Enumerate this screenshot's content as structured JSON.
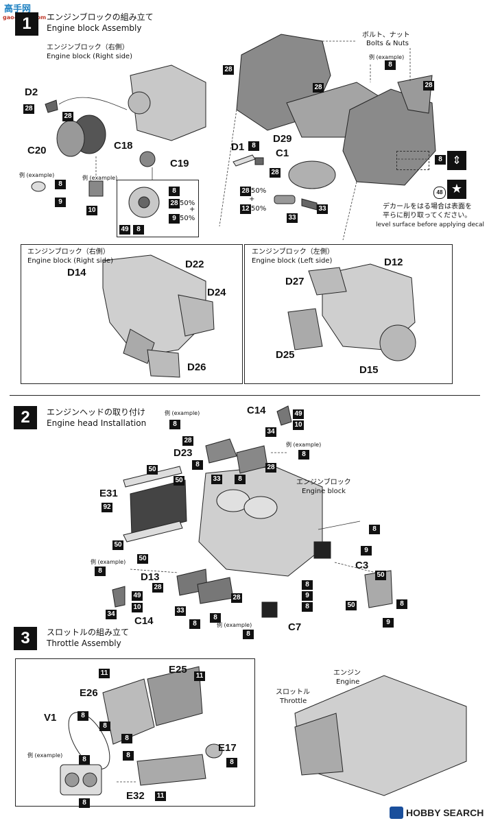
{
  "watermark": {
    "logo_text": "高手网",
    "url": "gao-shou.com"
  },
  "step1": {
    "number": "1",
    "title_ja": "エンジンブロックの組み立て",
    "title_en": "Engine block Assembly",
    "sub_right_ja": "エンジンブロック（右側）",
    "sub_right_en": "Engine block (Right side)",
    "bolts_ja": "ボルト、ナット",
    "bolts_en": "Bolts & Nuts",
    "example": "例 (example)",
    "decal_note_ja_1": "デカールをはる場合は表面を",
    "decal_note_ja_2": "平らに削り取ってください。",
    "decal_note_en": "level surface before applying decal",
    "parts": {
      "d2": "D2",
      "c20": "C20",
      "c18": "C18",
      "c19": "C19",
      "d1": "D1",
      "c1": "C1",
      "d29": "D29"
    },
    "paint": {
      "p28": "28",
      "p8": "8",
      "p9": "9",
      "p10": "10",
      "p49": "49",
      "p12": "12",
      "p33": "33",
      "p48": "48"
    },
    "mix": {
      "a": "50%",
      "b": "50%",
      "plus": "+"
    },
    "inset_right": {
      "ja": "エンジンブロック（右側）",
      "en": "Engine block (Right side)",
      "d14": "D14",
      "d22": "D22",
      "d24": "D24",
      "d26": "D26"
    },
    "inset_left": {
      "ja": "エンジンブロック（左側）",
      "en": "Engine block (Left side)",
      "d12": "D12",
      "d27": "D27",
      "d25": "D25",
      "d15": "D15"
    }
  },
  "step2": {
    "number": "2",
    "title_ja": "エンジンヘッドの取り付け",
    "title_en": "Engine head Installation",
    "example": "例 (example)",
    "block_ja": "エンジンブロック",
    "block_en": "Engine block",
    "parts": {
      "c14": "C14",
      "d23": "D23",
      "e31": "E31",
      "d13": "D13",
      "c3": "C3",
      "c7": "C7",
      "c14b": "C14"
    },
    "paint": {
      "p8": "8",
      "p28": "28",
      "p33": "33",
      "p49": "49",
      "p10": "10",
      "p34": "34",
      "p50": "50",
      "p92": "92",
      "p9": "9"
    }
  },
  "step3": {
    "number": "3",
    "title_ja": "スロットルの組み立て",
    "title_en": "Throttle Assembly",
    "example": "例 (example)",
    "engine_ja": "エンジン",
    "engine_en": "Engine",
    "throttle_ja": "スロットル",
    "throttle_en": "Throttle",
    "parts": {
      "e25": "E25",
      "e26": "E26",
      "v1": "V1",
      "e17": "E17",
      "e32": "E32"
    },
    "paint": {
      "p11": "11",
      "p8": "8"
    }
  },
  "footer": {
    "brand": "HOBBY SEARCH"
  }
}
